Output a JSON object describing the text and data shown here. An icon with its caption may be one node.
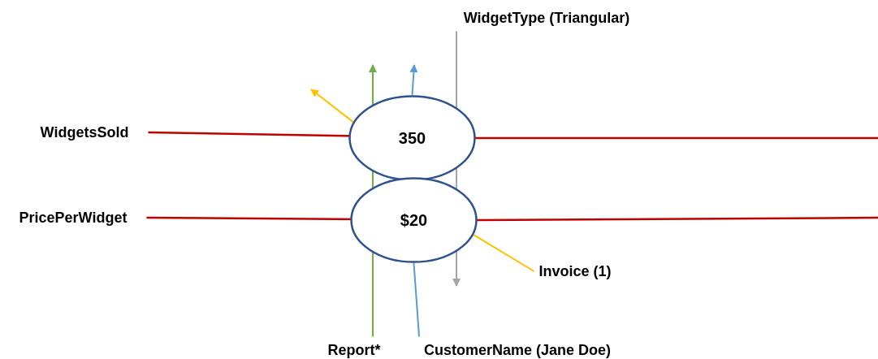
{
  "diagram": {
    "nodes": [
      {
        "text": [
          "WidgetType (Triangular)"
        ]
      },
      {
        "text": [
          "WidgetsSold"
        ]
      },
      {
        "text": [
          "350"
        ]
      },
      {
        "text": [
          "PricePerWidget"
        ]
      },
      {
        "text": [
          "$20"
        ]
      },
      {
        "text": [
          "Invoice (1)"
        ]
      },
      {
        "text": [
          "Report*"
        ]
      },
      {
        "text": [
          "CustomerName (Jane Doe)"
        ]
      }
    ],
    "edges": [
      {
        "from": 1,
        "to": 2,
        "arrow": "none"
      },
      {
        "from": 2,
        "to": null,
        "arrow": "none"
      },
      {
        "from": 3,
        "to": 4,
        "arrow": "none"
      },
      {
        "from": 4,
        "to": null,
        "arrow": "none"
      },
      {
        "from": 6,
        "to": null,
        "arrow": "to",
        "color": "#70ad47"
      },
      {
        "from": 7,
        "to": 4,
        "arrow": "none",
        "color": "#5b9bd5"
      },
      {
        "from": 2,
        "to": null,
        "arrow": "to",
        "color": "#5b9bd5"
      },
      {
        "from": 0,
        "to": null,
        "arrow": "to",
        "color": "#a5a5a5"
      },
      {
        "from": 2,
        "to": null,
        "arrow": "to",
        "color": "#ffc000"
      },
      {
        "from": 5,
        "to": 4,
        "arrow": "none",
        "color": "#ffc000"
      }
    ]
  }
}
